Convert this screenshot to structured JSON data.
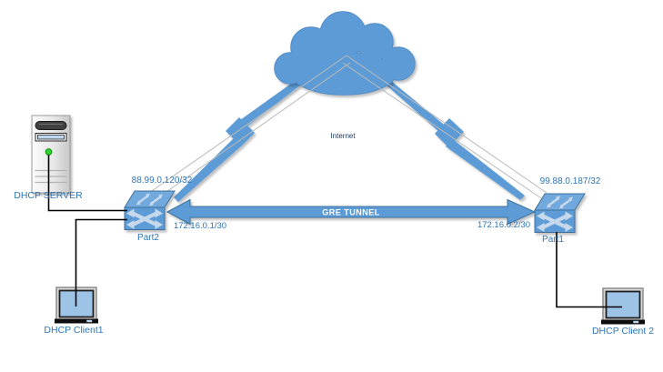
{
  "cloud": {
    "label": "Internet"
  },
  "tunnel": {
    "label": "GRE TUNNEL"
  },
  "routers": {
    "left": {
      "port": "Part2",
      "public_ip": "88.99.0.120/32",
      "tunnel_ip": "172.16.0.1/30"
    },
    "right": {
      "port": "Part1",
      "public_ip": "99.88.0.187/32",
      "tunnel_ip": "172.16.0.2/30"
    }
  },
  "devices": {
    "server": {
      "label": "DHCP SERVER"
    },
    "client1": {
      "label": "DHCP Client1"
    },
    "client2": {
      "label": "DHCP Client 2"
    }
  },
  "colors": {
    "node_blue": "#5B9BD5",
    "node_outline": "#41719C",
    "label_blue": "#2E75B6",
    "internet_text": "#17375E",
    "connector_gray": "#B9B9B9",
    "cable_black": "#000000",
    "screen_blue": "#9DC3E6",
    "tunnel_text": "#FFFFFF"
  }
}
